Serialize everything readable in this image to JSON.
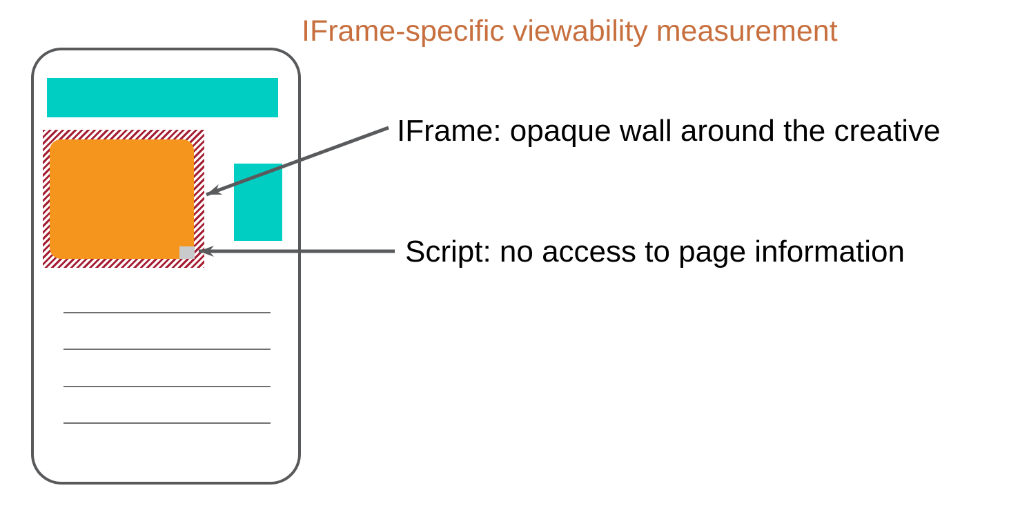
{
  "title": {
    "text": "IFrame-specific viewability measurement"
  },
  "annotations": {
    "iframe": {
      "text": "IFrame: opaque wall around the creative"
    },
    "script": {
      "text": "Script: no access to page information"
    }
  },
  "diagram": {
    "text_placeholder_line_count": 4,
    "shapes": [
      "page-outline",
      "header-bar",
      "iframe-hatched-wall",
      "ad-creative",
      "sidebar-block",
      "script-square"
    ]
  },
  "colors": {
    "title_orange": "#c76f3e",
    "teal": "#00cec3",
    "creative_orange": "#f6951e",
    "iframe_stripe_red": "#a41d31",
    "script_gray": "#c9cacb",
    "outline_gray": "#58595b",
    "arrow_gray": "#595a5c",
    "label_text": "#000000"
  }
}
